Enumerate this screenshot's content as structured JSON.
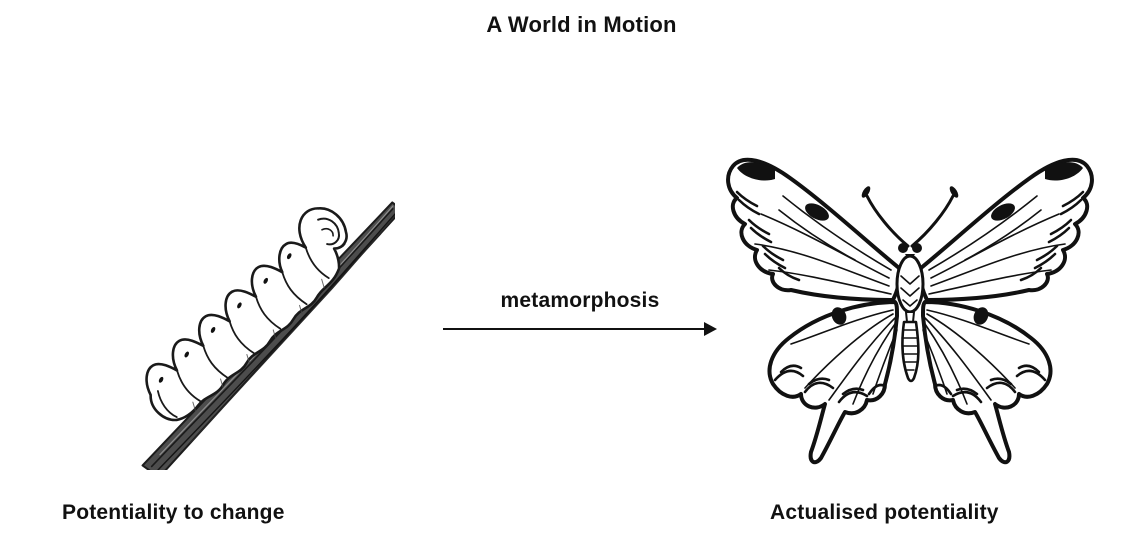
{
  "title": "A World in Motion",
  "transition": {
    "label": "metamorphosis"
  },
  "left_figure": {
    "caption": "Potentiality to change",
    "alt": "caterpillar climbing a branch illustration"
  },
  "right_figure": {
    "caption": "Actualised potentiality",
    "alt": "butterfly with open wings illustration"
  },
  "colors": {
    "background": "#ffffff",
    "ink": "#111111",
    "branch": "#4d4d4d"
  }
}
